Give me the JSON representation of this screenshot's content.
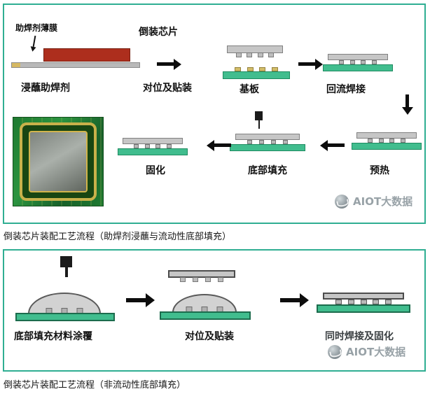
{
  "diagram1": {
    "caption": "倒装芯片装配工艺流程（助焊剂浸蘸与流动性底部填充）",
    "steps": {
      "flux_film": "助焊剂薄膜",
      "dip_flux": "浸蘸助焊剂",
      "flip_chip": "倒装芯片",
      "align_place": "对位及贴装",
      "substrate": "基板",
      "reflow": "回流焊接",
      "preheat": "预热",
      "underfill": "底部填充",
      "cure": "固化"
    },
    "watermark": "AIOT大数据"
  },
  "diagram2": {
    "caption": "倒装芯片装配工艺流程（非流动性底部填充）",
    "steps": {
      "coat": "底部填充材料涂覆",
      "align_place": "对位及贴装",
      "solder_cure": "同时焊接及固化"
    },
    "watermark": "AIOT大数据"
  },
  "colors": {
    "panel_border": "#2fae92",
    "substrate_green": "#41bd8e",
    "pad_tan": "#d2bc67",
    "flux_red": "#ad2e1d",
    "chip_gray": "#c6c6c6",
    "watermark_gray": "#98a2a7"
  }
}
